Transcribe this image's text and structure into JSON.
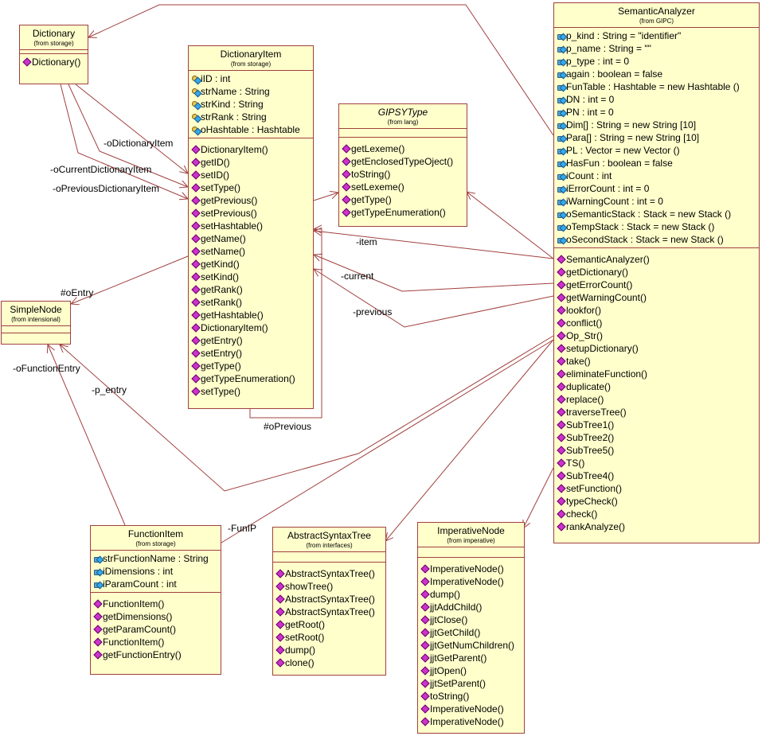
{
  "colors": {
    "class_fill": "#ffffcc",
    "border": "#a0403e",
    "line": "#a0403e",
    "op_icon": "#cc33cc",
    "attr_icon": "#33aaee"
  },
  "classes": {
    "dictionary": {
      "name": "Dictionary",
      "from": "(from storage)",
      "attributes": [],
      "operations": [
        "Dictionary()"
      ]
    },
    "dictionaryitem": {
      "name": "DictionaryItem",
      "from": "(from storage)",
      "attributes": [
        {
          "text": "iID : int",
          "icon": "key-icon"
        },
        {
          "text": "strName : String",
          "icon": "key-icon"
        },
        {
          "text": "strKind : String",
          "icon": "key-icon"
        },
        {
          "text": "strRank : String",
          "icon": "key-icon"
        },
        {
          "text": "oHashtable : Hashtable",
          "icon": "key-icon"
        }
      ],
      "operations": [
        "DictionaryItem()",
        "getID()",
        "setID()",
        "setType()",
        "getPrevious()",
        "setPrevious()",
        "setHashtable()",
        "getName()",
        "setName()",
        "getKind()",
        "setKind()",
        "getRank()",
        "setRank()",
        "getHashtable()",
        "DictionaryItem()",
        "getEntry()",
        "setEntry()",
        "getType()",
        "getTypeEnumeration()",
        "setType()"
      ]
    },
    "gipsytype": {
      "name": "GIPSYType",
      "from": "(from lang)",
      "attributes": [],
      "operations": [
        "getLexeme()",
        "getEnclosedTypeOject()",
        "toString()",
        "setLexeme()",
        "getType()",
        "getTypeEnumeration()"
      ]
    },
    "semanticanalyzer": {
      "name": "SemanticAnalyzer",
      "from": "(from GIPC)",
      "attributes": [
        {
          "text": "p_kind : String = \"identifier\"",
          "icon": "lock-icon"
        },
        {
          "text": "p_name : String = \"\"",
          "icon": "lock-icon"
        },
        {
          "text": "p_type : int = 0",
          "icon": "lock-icon"
        },
        {
          "text": "again : boolean = false",
          "icon": "lock-icon"
        },
        {
          "text": "FunTable : Hashtable = new Hashtable ()",
          "icon": "lock-icon"
        },
        {
          "text": "DN : int = 0",
          "icon": "lock-icon"
        },
        {
          "text": "PN : int = 0",
          "icon": "lock-icon"
        },
        {
          "text": "Dim[] : String = new String [10]",
          "icon": "lock-icon"
        },
        {
          "text": "Para[] : String = new String [10]",
          "icon": "lock-icon"
        },
        {
          "text": "PL : Vector = new Vector ()",
          "icon": "lock-icon"
        },
        {
          "text": "HasFun : boolean = false",
          "icon": "lock-icon"
        },
        {
          "text": "iCount : int",
          "icon": "lock-icon"
        },
        {
          "text": "iErrorCount : int = 0",
          "icon": "lock-icon"
        },
        {
          "text": "iWarningCount : int = 0",
          "icon": "lock-icon"
        },
        {
          "text": "oSemanticStack : Stack = new Stack ()",
          "icon": "lock-icon"
        },
        {
          "text": "oTempStack : Stack = new Stack ()",
          "icon": "lock-icon"
        },
        {
          "text": "oSecondStack : Stack = new Stack ()",
          "icon": "lock-icon"
        }
      ],
      "operations": [
        "SemanticAnalyzer()",
        "getDictionary()",
        "getErrorCount()",
        "getWarningCount()",
        "lookfor()",
        "conflict()",
        "Op_Str()",
        "setupDictionary()",
        "take()",
        "eliminateFunction()",
        "duplicate()",
        "replace()",
        "traverseTree()",
        "SubTree1()",
        "SubTree2()",
        "SubTree5()",
        "TS()",
        "SubTree4()",
        "setFunction()",
        "typeCheck()",
        "check()",
        "rankAnalyze()"
      ]
    },
    "simplenode": {
      "name": "SimpleNode",
      "from": "(from intensional)",
      "attributes": [],
      "operations": []
    },
    "functionitem": {
      "name": "FunctionItem",
      "from": "(from storage)",
      "attributes": [
        {
          "text": "strFunctionName : String",
          "icon": "lock-icon"
        },
        {
          "text": "iDimensions : int",
          "icon": "lock-icon"
        },
        {
          "text": "iParamCount : int",
          "icon": "lock-icon"
        }
      ],
      "operations": [
        "FunctionItem()",
        "getDimensions()",
        "getParamCount()",
        "FunctionItem()",
        "getFunctionEntry()"
      ]
    },
    "abstractsyntaxtree": {
      "name": "AbstractSyntaxTree",
      "from": "(from interfaces)",
      "attributes": [],
      "operations": [
        "AbstractSyntaxTree()",
        "showTree()",
        "AbstractSyntaxTree()",
        "AbstractSyntaxTree()",
        "getRoot()",
        "setRoot()",
        "dump()",
        "clone()"
      ]
    },
    "imperativenode": {
      "name": "ImperativeNode",
      "from": "(from imperative)",
      "attributes": [],
      "operations": [
        "ImperativeNode()",
        "ImperativeNode()",
        "dump()",
        "jjtAddChild()",
        "jjtClose()",
        "jjtGetChild()",
        "jjtGetNumChildren()",
        "jjtGetParent()",
        "jjtOpen()",
        "jjtSetParent()",
        "toString()",
        "ImperativeNode()",
        "ImperativeNode()"
      ]
    }
  },
  "labels": {
    "oDictionaryItem": "-oDictionaryItem",
    "oCurrentDictionaryItem": "-oCurrentDictionaryItem",
    "oPreviousDictionaryItem": "-oPreviousDictionaryItem",
    "item": "-item",
    "current": "-current",
    "previous": "-previous",
    "oEntry": "#oEntry",
    "oFunctionEntry": "-oFunctionEntry",
    "p_entry": "-p_entry",
    "oPrevious": "#oPrevious",
    "FunIP": "-FunIP"
  }
}
